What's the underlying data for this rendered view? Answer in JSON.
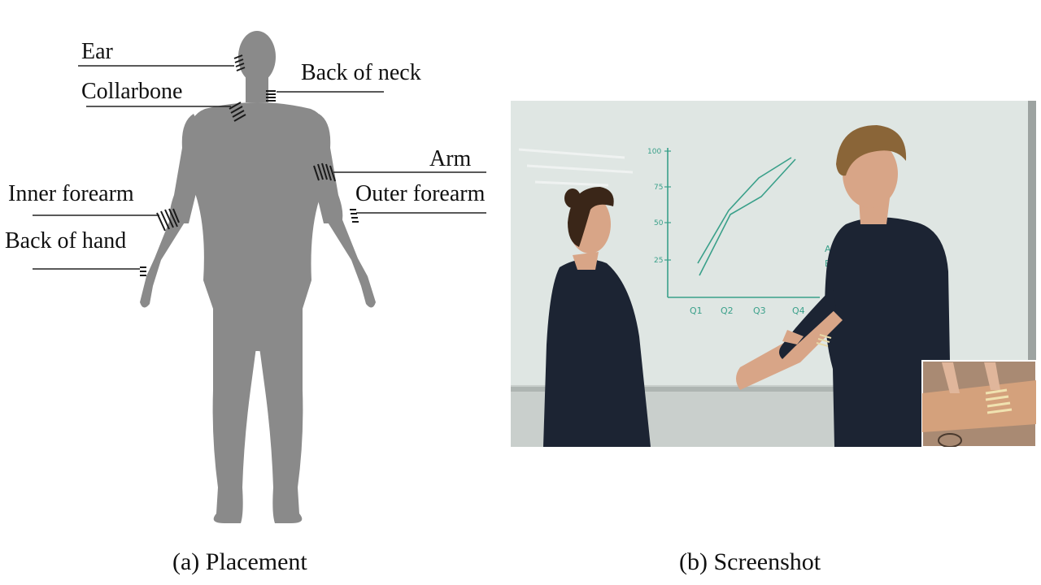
{
  "panel_a": {
    "labels": {
      "ear": "Ear",
      "collarbone": "Collarbone",
      "back_of_neck": "Back of neck",
      "arm": "Arm",
      "inner_forearm": "Inner forearm",
      "outer_forearm": "Outer forearm",
      "back_of_hand": "Back of hand"
    },
    "caption": "(a) Placement",
    "colors": {
      "silhouette": "#8a8a8a",
      "sensor": "#1a1a1a",
      "leader_line": "#222222"
    }
  },
  "panel_b": {
    "caption": "(b) Screenshot",
    "whiteboard": {
      "x_ticks": [
        "Q1",
        "Q2",
        "Q3",
        "Q4"
      ],
      "y_ticks": [
        "100",
        "75",
        "50",
        "25"
      ],
      "legend": [
        "A",
        "B"
      ]
    },
    "colors": {
      "whiteboard": "#dfe6e3",
      "marker": "#3aa08a",
      "shirt": "#1c2433",
      "skin": "#d8a587",
      "hair_female": "#3a2618",
      "hair_male": "#8a6538",
      "sensor": "#e8d9a8"
    }
  }
}
